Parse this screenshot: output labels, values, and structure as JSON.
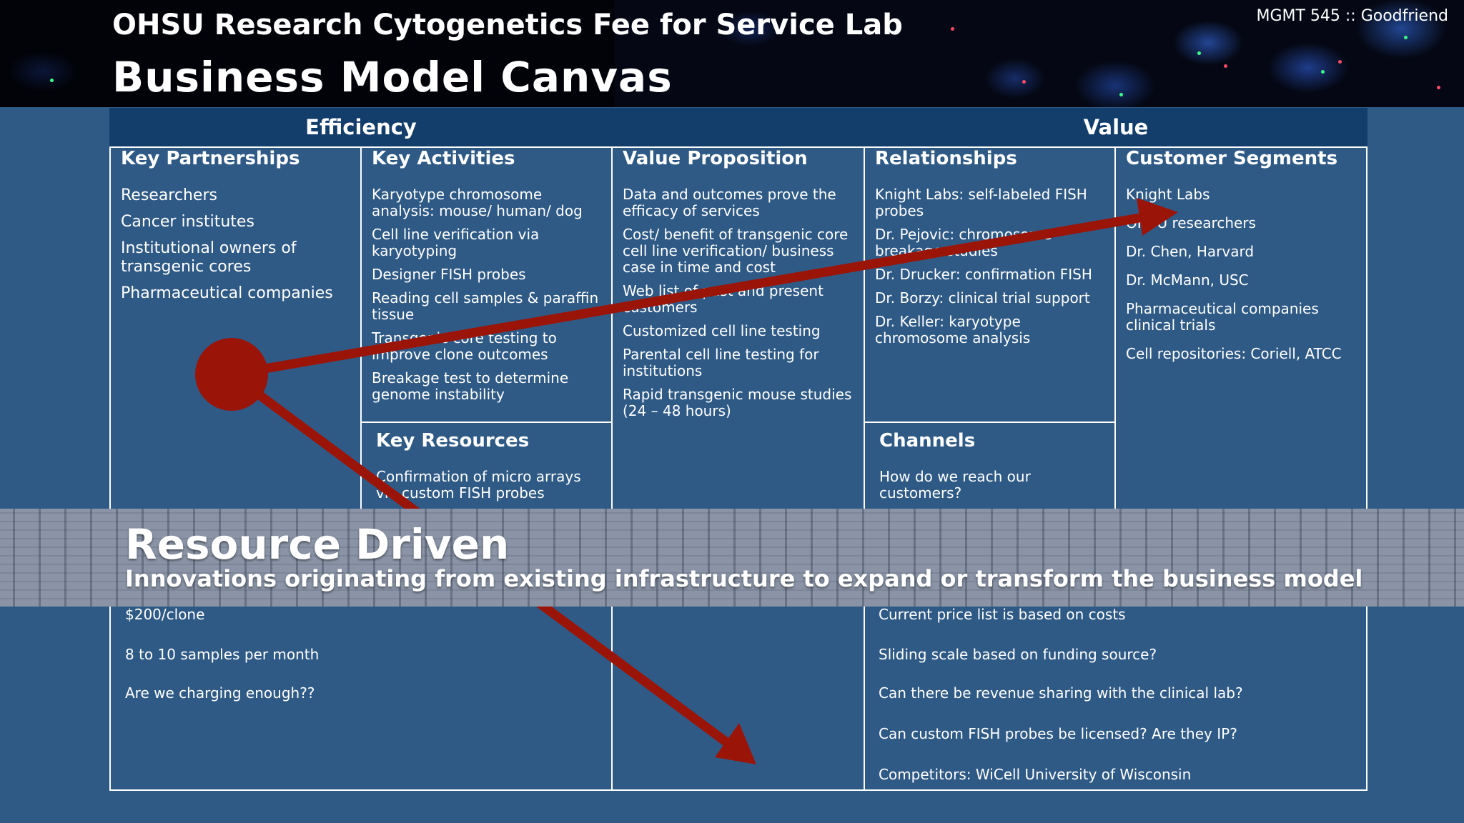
{
  "header": {
    "lab_title": "OHSU Research Cytogenetics Fee for Service Lab",
    "canvas_title": "Business Model Canvas",
    "course_label": "MGMT 545 :: Goodfriend"
  },
  "sections": {
    "efficiency": "Efficiency",
    "value": "Value"
  },
  "key_partnerships": {
    "title": "Key Partnerships",
    "items": [
      "Researchers",
      "Cancer institutes",
      "Institutional owners of transgenic cores",
      "Pharmaceutical companies"
    ]
  },
  "key_activities": {
    "title": "Key Activities",
    "items": [
      "Karyotype chromosome analysis: mouse/ human/ dog",
      "Cell line verification via karyotyping",
      "Designer FISH probes",
      "Reading cell samples & paraffin tissue",
      "Transgenic core testing to improve clone outcomes",
      "Breakage test to determine genome instability"
    ]
  },
  "key_resources": {
    "title": "Key Resources",
    "items": [
      "Confirmation of micro arrays via custom FISH probes"
    ]
  },
  "value_proposition": {
    "title": "Value Proposition",
    "items": [
      "Data and outcomes prove the efficacy of services",
      "Cost/ benefit of transgenic core cell line verification/ business case in time and cost",
      "Web list of past and present customers",
      "Customized cell line testing",
      "Parental cell line testing for institutions",
      "Rapid transgenic mouse studies (24 – 48 hours)"
    ]
  },
  "relationships": {
    "title": "Relationships",
    "items": [
      "Knight Labs: self-labeled FISH probes",
      "Dr. Pejovic: chromosome breakage studies",
      "Dr. Drucker: confirmation FISH",
      "Dr. Borzy: clinical trial support",
      "Dr. Keller: karyotype chromosome analysis"
    ]
  },
  "channels": {
    "title": "Channels",
    "items": [
      "How do we reach our customers?"
    ]
  },
  "customer_segments": {
    "title": "Customer Segments",
    "items": [
      "Knight Labs",
      "OHSU researchers",
      "Dr. Chen, Harvard",
      "Dr. McMann, USC",
      "Pharmaceutical companies clinical trials",
      "Cell repositories: Coriell, ATCC"
    ]
  },
  "overlay": {
    "title": "Resource Driven",
    "subtitle": "Innovations originating from existing infrastructure to expand or transform the business model"
  },
  "cost_structure": {
    "items": [
      "$200/clone",
      "8 to 10 samples per month",
      "Are we charging enough??"
    ]
  },
  "revenue_streams": {
    "items": [
      "Current price list is based on costs",
      "Sliding scale based on funding source?",
      "Can there be revenue sharing with the clinical lab?",
      "Can custom FISH probes be licensed? Are they IP?",
      "Competitors: WiCell University of Wisconsin"
    ]
  },
  "colors": {
    "background": "#2f5a86",
    "section_bar": "#133d6a",
    "arrow": "#9b1408",
    "border": "#ffffff"
  }
}
